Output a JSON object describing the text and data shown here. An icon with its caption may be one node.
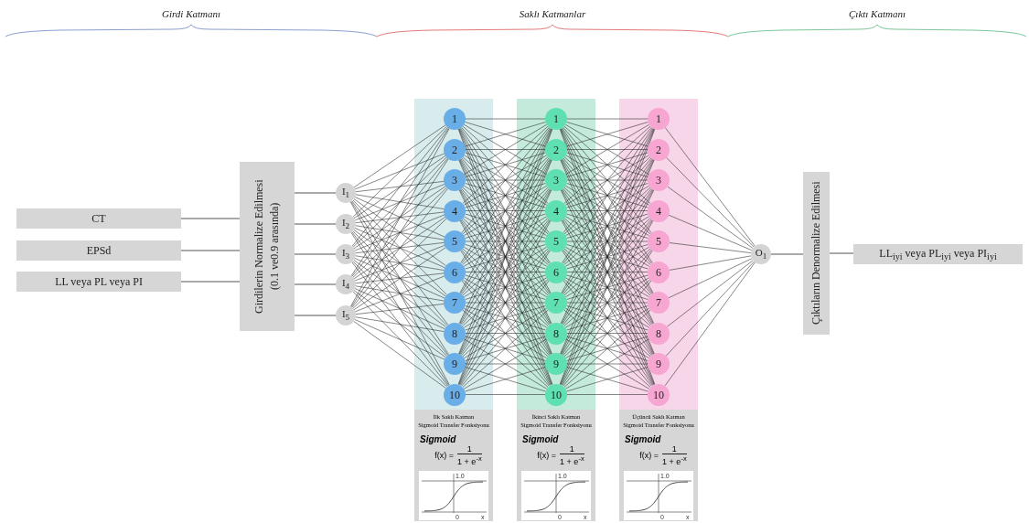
{
  "diagram": {
    "nodes": [
      {
        "text": [
          "CT"
        ]
      },
      {
        "text": [
          "EPSd"
        ]
      },
      {
        "text": [
          "LL veya PL veya PI"
        ]
      },
      {
        "text": [
          "Girdilerin Normalize Edilmesi",
          "(0.1 ve0.9 arasında)"
        ]
      },
      {
        "text": [
          "I$_{1}$"
        ]
      },
      {
        "text": [
          "I$_{2}$"
        ]
      },
      {
        "text": [
          "I$_{3}$"
        ]
      },
      {
        "text": [
          "I$_{4}$"
        ]
      },
      {
        "text": [
          "I$_{5}$"
        ]
      },
      {
        "text": [],
        "shape": "box"
      },
      {
        "text": [
          "1"
        ],
        "in": 9
      },
      {
        "text": [
          "2"
        ],
        "in": 9
      },
      {
        "text": [
          "3"
        ],
        "in": 9
      },
      {
        "text": [
          "4"
        ],
        "in": 9
      },
      {
        "text": [
          "5"
        ],
        "in": 9
      },
      {
        "text": [
          "6"
        ],
        "in": 9
      },
      {
        "text": [
          "7"
        ],
        "in": 9
      },
      {
        "text": [
          "8"
        ],
        "in": 9
      },
      {
        "text": [
          "9"
        ],
        "in": 9
      },
      {
        "text": [
          "10"
        ],
        "in": 9
      },
      {
        "text": [],
        "shape": "box"
      },
      {
        "text": [
          "1"
        ],
        "in": 20
      },
      {
        "text": [
          "2"
        ],
        "in": 20
      },
      {
        "text": [
          "3"
        ],
        "in": 20
      },
      {
        "text": [
          "4"
        ],
        "in": 20
      },
      {
        "text": [
          "5"
        ],
        "in": 20
      },
      {
        "text": [
          "6"
        ],
        "in": 20
      },
      {
        "text": [
          "7"
        ],
        "in": 20
      },
      {
        "text": [
          "8"
        ],
        "in": 20
      },
      {
        "text": [
          "9"
        ],
        "in": 20
      },
      {
        "text": [
          "10"
        ],
        "in": 20
      },
      {
        "text": [],
        "shape": "box"
      },
      {
        "text": [
          "1"
        ],
        "in": 31
      },
      {
        "text": [
          "2"
        ],
        "in": 31
      },
      {
        "text": [
          "3"
        ],
        "in": 31
      },
      {
        "text": [
          "4"
        ],
        "in": 31
      },
      {
        "text": [
          "5"
        ],
        "in": 31
      },
      {
        "text": [
          "6"
        ],
        "in": 31
      },
      {
        "text": [
          "7"
        ],
        "in": 31
      },
      {
        "text": [
          "8"
        ],
        "in": 31
      },
      {
        "text": [
          "9"
        ],
        "in": 31
      },
      {
        "text": [
          "10"
        ],
        "in": 31
      },
      {
        "text": [
          "İlk Saklı Katman",
          "Sigmoid Transfer Fonksiyonu",
          "Sigmoid",
          "f(x) =",
          "1",
          "1 + e$^{-x}$"
        ]
      },
      {
        "text": [
          "İkinci Saklı Katman",
          "Sigmoid Transfer Fonksiyonu",
          "Sigmoid",
          "f(x) =",
          "1",
          "1 + e$^{-x}$"
        ]
      },
      {
        "text": [
          "Üçüncü Saklı Katman",
          "Sigmoid Transfer Fonksiyonu",
          "Sigmoid",
          "f(x) =",
          "1",
          "1 + e$^{-x}$"
        ]
      },
      {
        "text": [
          "O$_{1}$"
        ]
      },
      {
        "text": [
          "Çıktıların Denormalize Edilmesi"
        ]
      },
      {
        "text": [
          "LL$_{iyi}$ veya PL$_{iyi}$ veya PI$_{iyi}$"
        ]
      }
    ],
    "edges": [
      {
        "from": 0,
        "to": 3,
        "arrow": "none"
      },
      {
        "from": 1,
        "to": 3,
        "arrow": "none"
      },
      {
        "from": 2,
        "to": 3,
        "arrow": "none"
      },
      {
        "from": 3,
        "to": 4,
        "arrow": "none"
      },
      {
        "from": 3,
        "to": 5,
        "arrow": "none"
      },
      {
        "from": 3,
        "to": 6,
        "arrow": "none"
      },
      {
        "from": 3,
        "to": 7,
        "arrow": "none"
      },
      {
        "from": 3,
        "to": 8,
        "arrow": "none"
      },
      {
        "from": 4,
        "to": 10,
        "arrow": "none"
      },
      {
        "from": 4,
        "to": 11,
        "arrow": "none"
      },
      {
        "from": 4,
        "to": 12,
        "arrow": "none"
      },
      {
        "from": 4,
        "to": 13,
        "arrow": "none"
      },
      {
        "from": 4,
        "to": 14,
        "arrow": "none"
      },
      {
        "from": 4,
        "to": 15,
        "arrow": "none"
      },
      {
        "from": 4,
        "to": 16,
        "arrow": "none"
      },
      {
        "from": 4,
        "to": 17,
        "arrow": "none"
      },
      {
        "from": 4,
        "to": 18,
        "arrow": "none"
      },
      {
        "from": 4,
        "to": 19,
        "arrow": "none"
      },
      {
        "from": 5,
        "to": 10,
        "arrow": "none"
      },
      {
        "from": 5,
        "to": 11,
        "arrow": "none"
      },
      {
        "from": 5,
        "to": 12,
        "arrow": "none"
      },
      {
        "from": 5,
        "to": 13,
        "arrow": "none"
      },
      {
        "from": 5,
        "to": 14,
        "arrow": "none"
      },
      {
        "from": 5,
        "to": 15,
        "arrow": "none"
      },
      {
        "from": 5,
        "to": 16,
        "arrow": "none"
      },
      {
        "from": 5,
        "to": 17,
        "arrow": "none"
      },
      {
        "from": 5,
        "to": 18,
        "arrow": "none"
      },
      {
        "from": 5,
        "to": 19,
        "arrow": "none"
      },
      {
        "from": 6,
        "to": 10,
        "arrow": "none"
      },
      {
        "from": 6,
        "to": 11,
        "arrow": "none"
      },
      {
        "from": 6,
        "to": 12,
        "arrow": "none"
      },
      {
        "from": 6,
        "to": 13,
        "arrow": "none"
      },
      {
        "from": 6,
        "to": 14,
        "arrow": "none"
      },
      {
        "from": 6,
        "to": 15,
        "arrow": "none"
      },
      {
        "from": 6,
        "to": 16,
        "arrow": "none"
      },
      {
        "from": 6,
        "to": 17,
        "arrow": "none"
      },
      {
        "from": 6,
        "to": 18,
        "arrow": "none"
      },
      {
        "from": 6,
        "to": 19,
        "arrow": "none"
      },
      {
        "from": 7,
        "to": 10,
        "arrow": "none"
      },
      {
        "from": 7,
        "to": 11,
        "arrow": "none"
      },
      {
        "from": 7,
        "to": 12,
        "arrow": "none"
      },
      {
        "from": 7,
        "to": 13,
        "arrow": "none"
      },
      {
        "from": 7,
        "to": 14,
        "arrow": "none"
      },
      {
        "from": 7,
        "to": 15,
        "arrow": "none"
      },
      {
        "from": 7,
        "to": 16,
        "arrow": "none"
      },
      {
        "from": 7,
        "to": 17,
        "arrow": "none"
      },
      {
        "from": 7,
        "to": 18,
        "arrow": "none"
      },
      {
        "from": 7,
        "to": 19,
        "arrow": "none"
      },
      {
        "from": 8,
        "to": 10,
        "arrow": "none"
      },
      {
        "from": 8,
        "to": 11,
        "arrow": "none"
      },
      {
        "from": 8,
        "to": 12,
        "arrow": "none"
      },
      {
        "from": 8,
        "to": 13,
        "arrow": "none"
      },
      {
        "from": 8,
        "to": 14,
        "arrow": "none"
      },
      {
        "from": 8,
        "to": 15,
        "arrow": "none"
      },
      {
        "from": 8,
        "to": 16,
        "arrow": "none"
      },
      {
        "from": 8,
        "to": 17,
        "arrow": "none"
      },
      {
        "from": 8,
        "to": 18,
        "arrow": "none"
      },
      {
        "from": 8,
        "to": 19,
        "arrow": "none"
      },
      {
        "from": 10,
        "to": 21,
        "arrow": "none"
      },
      {
        "from": 10,
        "to": 22,
        "arrow": "none"
      },
      {
        "from": 10,
        "to": 23,
        "arrow": "none"
      },
      {
        "from": 10,
        "to": 24,
        "arrow": "none"
      },
      {
        "from": 10,
        "to": 25,
        "arrow": "none"
      },
      {
        "from": 10,
        "to": 26,
        "arrow": "none"
      },
      {
        "from": 10,
        "to": 27,
        "arrow": "none"
      },
      {
        "from": 10,
        "to": 28,
        "arrow": "none"
      },
      {
        "from": 10,
        "to": 29,
        "arrow": "none"
      },
      {
        "from": 10,
        "to": 30,
        "arrow": "none"
      },
      {
        "from": 11,
        "to": 21,
        "arrow": "none"
      },
      {
        "from": 11,
        "to": 22,
        "arrow": "none"
      },
      {
        "from": 11,
        "to": 23,
        "arrow": "none"
      },
      {
        "from": 11,
        "to": 24,
        "arrow": "none"
      },
      {
        "from": 11,
        "to": 25,
        "arrow": "none"
      },
      {
        "from": 11,
        "to": 26,
        "arrow": "none"
      },
      {
        "from": 11,
        "to": 27,
        "arrow": "none"
      },
      {
        "from": 11,
        "to": 28,
        "arrow": "none"
      },
      {
        "from": 11,
        "to": 29,
        "arrow": "none"
      },
      {
        "from": 11,
        "to": 30,
        "arrow": "none"
      },
      {
        "from": 12,
        "to": 21,
        "arrow": "none"
      },
      {
        "from": 12,
        "to": 22,
        "arrow": "none"
      },
      {
        "from": 12,
        "to": 23,
        "arrow": "none"
      },
      {
        "from": 12,
        "to": 24,
        "arrow": "none"
      },
      {
        "from": 12,
        "to": 25,
        "arrow": "none"
      },
      {
        "from": 12,
        "to": 26,
        "arrow": "none"
      },
      {
        "from": 12,
        "to": 27,
        "arrow": "none"
      },
      {
        "from": 12,
        "to": 28,
        "arrow": "none"
      },
      {
        "from": 12,
        "to": 29,
        "arrow": "none"
      },
      {
        "from": 12,
        "to": 30,
        "arrow": "none"
      },
      {
        "from": 13,
        "to": 21,
        "arrow": "none"
      },
      {
        "from": 13,
        "to": 22,
        "arrow": "none"
      },
      {
        "from": 13,
        "to": 23,
        "arrow": "none"
      },
      {
        "from": 13,
        "to": 24,
        "arrow": "none"
      },
      {
        "from": 13,
        "to": 25,
        "arrow": "none"
      },
      {
        "from": 13,
        "to": 26,
        "arrow": "none"
      },
      {
        "from": 13,
        "to": 27,
        "arrow": "none"
      },
      {
        "from": 13,
        "to": 28,
        "arrow": "none"
      },
      {
        "from": 13,
        "to": 29,
        "arrow": "none"
      },
      {
        "from": 13,
        "to": 30,
        "arrow": "none"
      },
      {
        "from": 14,
        "to": 21,
        "arrow": "none"
      },
      {
        "from": 14,
        "to": 22,
        "arrow": "none"
      },
      {
        "from": 14,
        "to": 23,
        "arrow": "none"
      },
      {
        "from": 14,
        "to": 24,
        "arrow": "none"
      },
      {
        "from": 14,
        "to": 25,
        "arrow": "none"
      },
      {
        "from": 14,
        "to": 26,
        "arrow": "none"
      },
      {
        "from": 14,
        "to": 27,
        "arrow": "none"
      },
      {
        "from": 14,
        "to": 28,
        "arrow": "none"
      },
      {
        "from": 14,
        "to": 29,
        "arrow": "none"
      },
      {
        "from": 14,
        "to": 30,
        "arrow": "none"
      },
      {
        "from": 15,
        "to": 21,
        "arrow": "none"
      },
      {
        "from": 15,
        "to": 22,
        "arrow": "none"
      },
      {
        "from": 15,
        "to": 23,
        "arrow": "none"
      },
      {
        "from": 15,
        "to": 24,
        "arrow": "none"
      },
      {
        "from": 15,
        "to": 25,
        "arrow": "none"
      },
      {
        "from": 15,
        "to": 26,
        "arrow": "none"
      },
      {
        "from": 15,
        "to": 27,
        "arrow": "none"
      },
      {
        "from": 15,
        "to": 28,
        "arrow": "none"
      },
      {
        "from": 15,
        "to": 29,
        "arrow": "none"
      },
      {
        "from": 15,
        "to": 30,
        "arrow": "none"
      },
      {
        "from": 16,
        "to": 21,
        "arrow": "none"
      },
      {
        "from": 16,
        "to": 22,
        "arrow": "none"
      },
      {
        "from": 16,
        "to": 23,
        "arrow": "none"
      },
      {
        "from": 16,
        "to": 24,
        "arrow": "none"
      },
      {
        "from": 16,
        "to": 25,
        "arrow": "none"
      },
      {
        "from": 16,
        "to": 26,
        "arrow": "none"
      },
      {
        "from": 16,
        "to": 27,
        "arrow": "none"
      },
      {
        "from": 16,
        "to": 28,
        "arrow": "none"
      },
      {
        "from": 16,
        "to": 29,
        "arrow": "none"
      },
      {
        "from": 16,
        "to": 30,
        "arrow": "none"
      },
      {
        "from": 17,
        "to": 21,
        "arrow": "none"
      },
      {
        "from": 17,
        "to": 22,
        "arrow": "none"
      },
      {
        "from": 17,
        "to": 23,
        "arrow": "none"
      },
      {
        "from": 17,
        "to": 24,
        "arrow": "none"
      },
      {
        "from": 17,
        "to": 25,
        "arrow": "none"
      },
      {
        "from": 17,
        "to": 26,
        "arrow": "none"
      },
      {
        "from": 17,
        "to": 27,
        "arrow": "none"
      },
      {
        "from": 17,
        "to": 28,
        "arrow": "none"
      },
      {
        "from": 17,
        "to": 29,
        "arrow": "none"
      },
      {
        "from": 17,
        "to": 30,
        "arrow": "none"
      },
      {
        "from": 18,
        "to": 21,
        "arrow": "none"
      },
      {
        "from": 18,
        "to": 22,
        "arrow": "none"
      },
      {
        "from": 18,
        "to": 23,
        "arrow": "none"
      },
      {
        "from": 18,
        "to": 24,
        "arrow": "none"
      },
      {
        "from": 18,
        "to": 25,
        "arrow": "none"
      },
      {
        "from": 18,
        "to": 26,
        "arrow": "none"
      },
      {
        "from": 18,
        "to": 27,
        "arrow": "none"
      },
      {
        "from": 18,
        "to": 28,
        "arrow": "none"
      },
      {
        "from": 18,
        "to": 29,
        "arrow": "none"
      },
      {
        "from": 18,
        "to": 30,
        "arrow": "none"
      },
      {
        "from": 19,
        "to": 21,
        "arrow": "none"
      },
      {
        "from": 19,
        "to": 22,
        "arrow": "none"
      },
      {
        "from": 19,
        "to": 23,
        "arrow": "none"
      },
      {
        "from": 19,
        "to": 24,
        "arrow": "none"
      },
      {
        "from": 19,
        "to": 25,
        "arrow": "none"
      },
      {
        "from": 19,
        "to": 26,
        "arrow": "none"
      },
      {
        "from": 19,
        "to": 27,
        "arrow": "none"
      },
      {
        "from": 19,
        "to": 28,
        "arrow": "none"
      },
      {
        "from": 19,
        "to": 29,
        "arrow": "none"
      },
      {
        "from": 19,
        "to": 30,
        "arrow": "none"
      },
      {
        "from": 21,
        "to": 32,
        "arrow": "none"
      },
      {
        "from": 21,
        "to": 33,
        "arrow": "none"
      },
      {
        "from": 21,
        "to": 34,
        "arrow": "none"
      },
      {
        "from": 21,
        "to": 35,
        "arrow": "none"
      },
      {
        "from": 21,
        "to": 36,
        "arrow": "none"
      },
      {
        "from": 21,
        "to": 37,
        "arrow": "none"
      },
      {
        "from": 21,
        "to": 38,
        "arrow": "none"
      },
      {
        "from": 21,
        "to": 39,
        "arrow": "none"
      },
      {
        "from": 21,
        "to": 40,
        "arrow": "none"
      },
      {
        "from": 21,
        "to": 41,
        "arrow": "none"
      },
      {
        "from": 22,
        "to": 32,
        "arrow": "none"
      },
      {
        "from": 22,
        "to": 33,
        "arrow": "none"
      },
      {
        "from": 22,
        "to": 34,
        "arrow": "none"
      },
      {
        "from": 22,
        "to": 35,
        "arrow": "none"
      },
      {
        "from": 22,
        "to": 36,
        "arrow": "none"
      },
      {
        "from": 22,
        "to": 37,
        "arrow": "none"
      },
      {
        "from": 22,
        "to": 38,
        "arrow": "none"
      },
      {
        "from": 22,
        "to": 39,
        "arrow": "none"
      },
      {
        "from": 22,
        "to": 40,
        "arrow": "none"
      },
      {
        "from": 22,
        "to": 41,
        "arrow": "none"
      },
      {
        "from": 23,
        "to": 32,
        "arrow": "none"
      },
      {
        "from": 23,
        "to": 33,
        "arrow": "none"
      },
      {
        "from": 23,
        "to": 34,
        "arrow": "none"
      },
      {
        "from": 23,
        "to": 35,
        "arrow": "none"
      },
      {
        "from": 23,
        "to": 36,
        "arrow": "none"
      },
      {
        "from": 23,
        "to": 37,
        "arrow": "none"
      },
      {
        "from": 23,
        "to": 38,
        "arrow": "none"
      },
      {
        "from": 23,
        "to": 39,
        "arrow": "none"
      },
      {
        "from": 23,
        "to": 40,
        "arrow": "none"
      },
      {
        "from": 23,
        "to": 41,
        "arrow": "none"
      },
      {
        "from": 24,
        "to": 32,
        "arrow": "none"
      },
      {
        "from": 24,
        "to": 33,
        "arrow": "none"
      },
      {
        "from": 24,
        "to": 34,
        "arrow": "none"
      },
      {
        "from": 24,
        "to": 35,
        "arrow": "none"
      },
      {
        "from": 24,
        "to": 36,
        "arrow": "none"
      },
      {
        "from": 24,
        "to": 37,
        "arrow": "none"
      },
      {
        "from": 24,
        "to": 38,
        "arrow": "none"
      },
      {
        "from": 24,
        "to": 39,
        "arrow": "none"
      },
      {
        "from": 24,
        "to": 40,
        "arrow": "none"
      },
      {
        "from": 24,
        "to": 41,
        "arrow": "none"
      },
      {
        "from": 25,
        "to": 32,
        "arrow": "none"
      },
      {
        "from": 25,
        "to": 33,
        "arrow": "none"
      },
      {
        "from": 25,
        "to": 34,
        "arrow": "none"
      },
      {
        "from": 25,
        "to": 35,
        "arrow": "none"
      },
      {
        "from": 25,
        "to": 36,
        "arrow": "none"
      },
      {
        "from": 25,
        "to": 37,
        "arrow": "none"
      },
      {
        "from": 25,
        "to": 38,
        "arrow": "none"
      },
      {
        "from": 25,
        "to": 39,
        "arrow": "none"
      },
      {
        "from": 25,
        "to": 40,
        "arrow": "none"
      },
      {
        "from": 25,
        "to": 41,
        "arrow": "none"
      },
      {
        "from": 26,
        "to": 32,
        "arrow": "none"
      },
      {
        "from": 26,
        "to": 33,
        "arrow": "none"
      },
      {
        "from": 26,
        "to": 34,
        "arrow": "none"
      },
      {
        "from": 26,
        "to": 35,
        "arrow": "none"
      },
      {
        "from": 26,
        "to": 36,
        "arrow": "none"
      },
      {
        "from": 26,
        "to": 37,
        "arrow": "none"
      },
      {
        "from": 26,
        "to": 38,
        "arrow": "none"
      },
      {
        "from": 26,
        "to": 39,
        "arrow": "none"
      },
      {
        "from": 26,
        "to": 40,
        "arrow": "none"
      },
      {
        "from": 26,
        "to": 41,
        "arrow": "none"
      },
      {
        "from": 27,
        "to": 32,
        "arrow": "none"
      },
      {
        "from": 27,
        "to": 33,
        "arrow": "none"
      },
      {
        "from": 27,
        "to": 34,
        "arrow": "none"
      },
      {
        "from": 27,
        "to": 35,
        "arrow": "none"
      },
      {
        "from": 27,
        "to": 36,
        "arrow": "none"
      },
      {
        "from": 27,
        "to": 37,
        "arrow": "none"
      },
      {
        "from": 27,
        "to": 38,
        "arrow": "none"
      },
      {
        "from": 27,
        "to": 39,
        "arrow": "none"
      },
      {
        "from": 27,
        "to": 40,
        "arrow": "none"
      },
      {
        "from": 27,
        "to": 41,
        "arrow": "none"
      },
      {
        "from": 28,
        "to": 32,
        "arrow": "none"
      },
      {
        "from": 28,
        "to": 33,
        "arrow": "none"
      },
      {
        "from": 28,
        "to": 34,
        "arrow": "none"
      },
      {
        "from": 28,
        "to": 35,
        "arrow": "none"
      },
      {
        "from": 28,
        "to": 36,
        "arrow": "none"
      },
      {
        "from": 28,
        "to": 37,
        "arrow": "none"
      },
      {
        "from": 28,
        "to": 38,
        "arrow": "none"
      },
      {
        "from": 28,
        "to": 39,
        "arrow": "none"
      },
      {
        "from": 28,
        "to": 40,
        "arrow": "none"
      },
      {
        "from": 28,
        "to": 41,
        "arrow": "none"
      },
      {
        "from": 29,
        "to": 32,
        "arrow": "none"
      },
      {
        "from": 29,
        "to": 33,
        "arrow": "none"
      },
      {
        "from": 29,
        "to": 34,
        "arrow": "none"
      },
      {
        "from": 29,
        "to": 35,
        "arrow": "none"
      },
      {
        "from": 29,
        "to": 36,
        "arrow": "none"
      },
      {
        "from": 29,
        "to": 37,
        "arrow": "none"
      },
      {
        "from": 29,
        "to": 38,
        "arrow": "none"
      },
      {
        "from": 29,
        "to": 39,
        "arrow": "none"
      },
      {
        "from": 29,
        "to": 40,
        "arrow": "none"
      },
      {
        "from": 29,
        "to": 41,
        "arrow": "none"
      },
      {
        "from": 30,
        "to": 32,
        "arrow": "none"
      },
      {
        "from": 30,
        "to": 33,
        "arrow": "none"
      },
      {
        "from": 30,
        "to": 34,
        "arrow": "none"
      },
      {
        "from": 30,
        "to": 35,
        "arrow": "none"
      },
      {
        "from": 30,
        "to": 36,
        "arrow": "none"
      },
      {
        "from": 30,
        "to": 37,
        "arrow": "none"
      },
      {
        "from": 30,
        "to": 38,
        "arrow": "none"
      },
      {
        "from": 30,
        "to": 39,
        "arrow": "none"
      },
      {
        "from": 30,
        "to": 40,
        "arrow": "none"
      },
      {
        "from": 30,
        "to": 41,
        "arrow": "none"
      },
      {
        "from": 32,
        "to": 45,
        "arrow": "none"
      },
      {
        "from": 33,
        "to": 45,
        "arrow": "none"
      },
      {
        "from": 34,
        "to": 45,
        "arrow": "none"
      },
      {
        "from": 35,
        "to": 45,
        "arrow": "none"
      },
      {
        "from": 36,
        "to": 45,
        "arrow": "none"
      },
      {
        "from": 37,
        "to": 45,
        "arrow": "none"
      },
      {
        "from": 38,
        "to": 45,
        "arrow": "none"
      },
      {
        "from": 39,
        "to": 45,
        "arrow": "none"
      },
      {
        "from": 40,
        "to": 45,
        "arrow": "none"
      },
      {
        "from": 41,
        "to": 45,
        "arrow": "none"
      },
      {
        "from": 45,
        "to": 46,
        "arrow": "none"
      },
      {
        "from": 46,
        "to": 47,
        "arrow": "none"
      }
    ],
    "labels": [
      "Girdi Katmanı",
      "Saklı Katmanlar",
      "Çıktı Katmanı",
      "1.0",
      "0",
      "x",
      "1.0",
      "0",
      "x",
      "1.0",
      "0",
      "x"
    ]
  }
}
